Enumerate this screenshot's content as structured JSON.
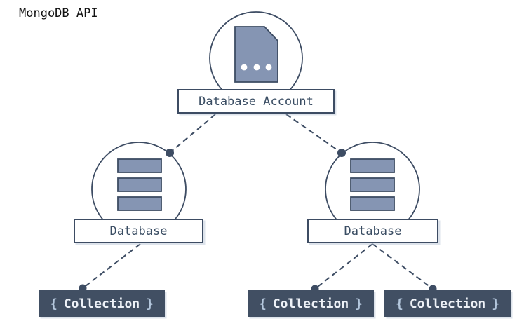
{
  "header": {
    "title": "MongoDB API"
  },
  "diagram": {
    "account": {
      "label": "Database Account",
      "icon": "document-icon"
    },
    "databases": [
      {
        "label": "Database",
        "icon": "database-stack-icon"
      },
      {
        "label": "Database",
        "icon": "database-stack-icon"
      }
    ],
    "collections": [
      {
        "open": "{",
        "label": "Collection",
        "close": "}"
      },
      {
        "open": "{",
        "label": "Collection",
        "close": "}"
      },
      {
        "open": "{",
        "label": "Collection",
        "close": "}"
      }
    ]
  },
  "colors": {
    "outline": "#3d4c63",
    "node_fill": "#8595b3",
    "box_text": "#3a4d63",
    "collection_bg": "#414f63",
    "collection_text": "#edf1f7",
    "collection_brace": "#b4c7dd",
    "title_color": "#111111",
    "bg": "#ffffff"
  }
}
